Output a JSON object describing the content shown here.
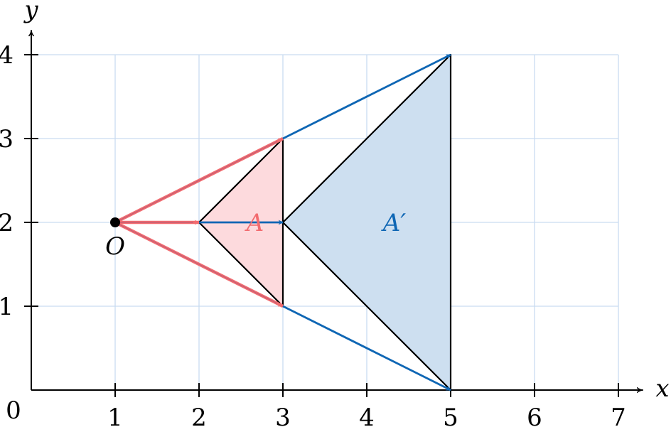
{
  "diagram": {
    "axes": {
      "x_label": "x",
      "y_label": "y",
      "origin_label": "0",
      "x_range": [
        0,
        7
      ],
      "y_range": [
        0,
        4
      ],
      "x_ticks": [
        "1",
        "2",
        "3",
        "4",
        "5",
        "6",
        "7"
      ],
      "y_ticks": [
        "1",
        "2",
        "3",
        "4"
      ],
      "grid": true
    },
    "center": {
      "label": "O",
      "point": [
        1,
        2
      ]
    },
    "shape_a": {
      "label": "A",
      "vertices": [
        [
          2,
          2
        ],
        [
          3,
          3
        ],
        [
          3,
          1
        ]
      ]
    },
    "shape_a_prime": {
      "label": "A′",
      "vertices": [
        [
          3,
          2
        ],
        [
          5,
          4
        ],
        [
          5,
          0
        ]
      ]
    },
    "scale_factor": 2,
    "colors": {
      "grid": "#c9dcf0",
      "shape_a_fill": "#fddadd",
      "shape_a_prime_fill": "#cddff0",
      "red": "#f26b6f",
      "blue": "#0e66b4",
      "black": "#000000"
    }
  }
}
